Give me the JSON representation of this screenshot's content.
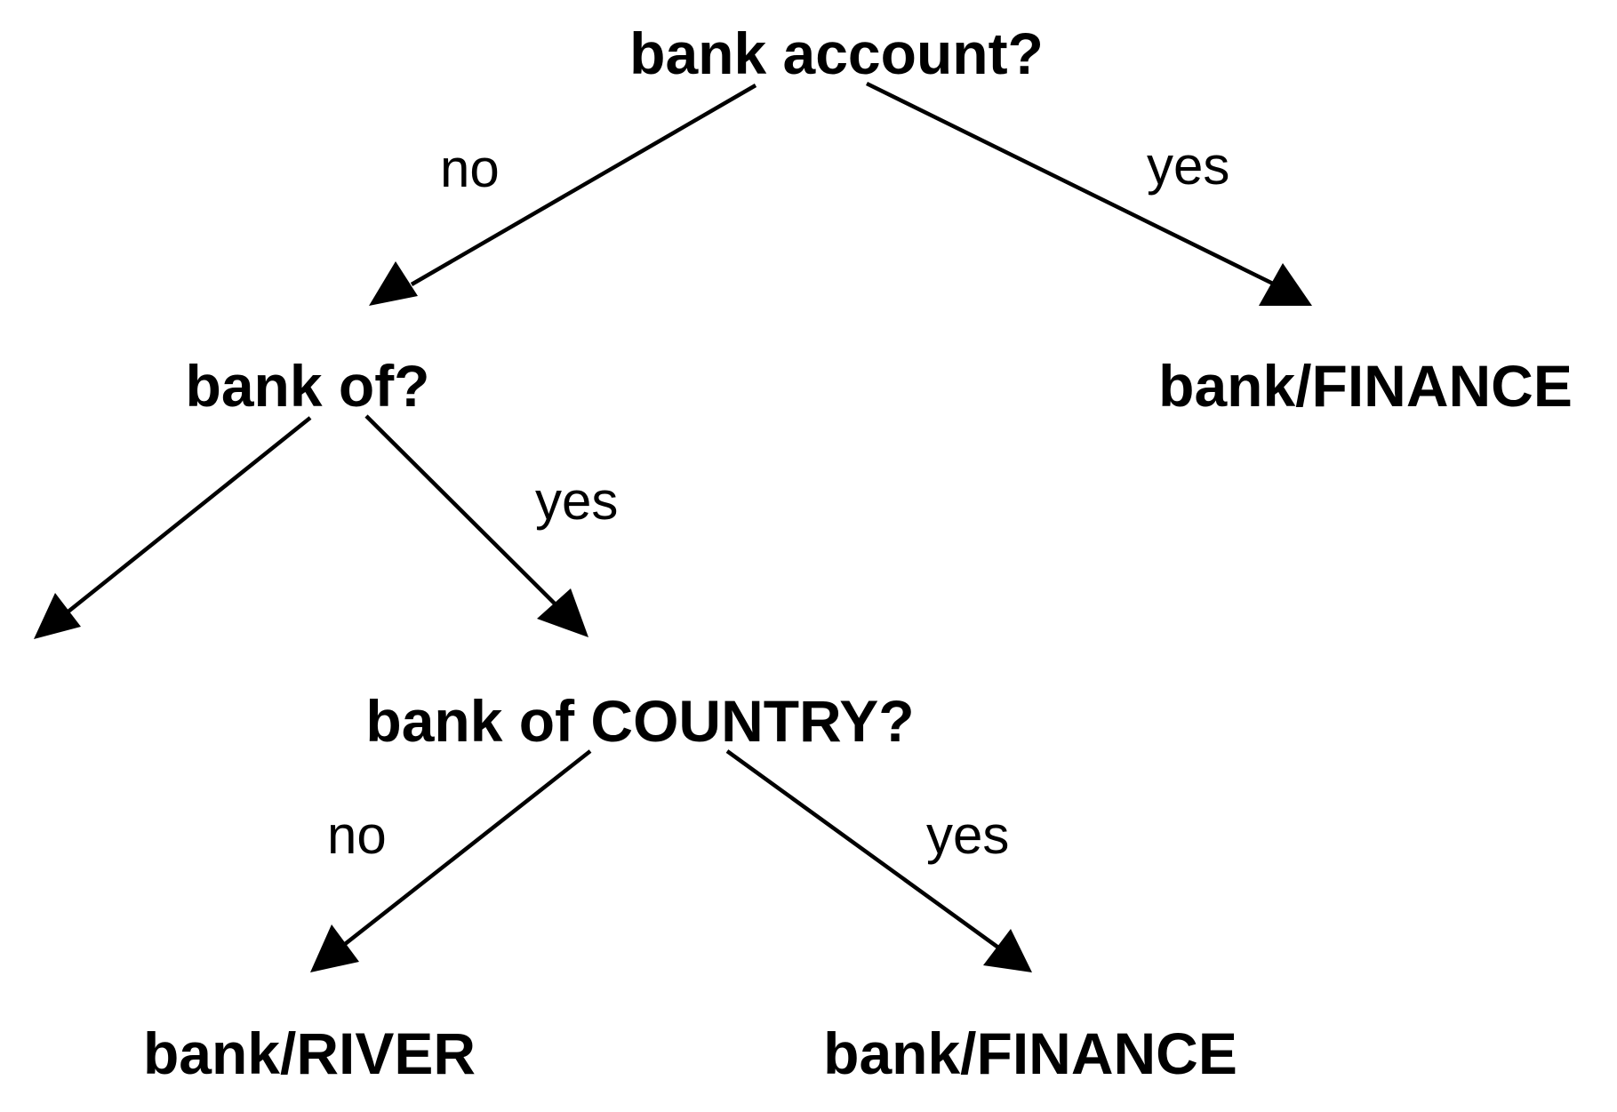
{
  "diagram": {
    "nodes": {
      "root": "bank account?",
      "bank_of": "bank of?",
      "finance_top": "bank/FINANCE",
      "bank_of_country": "bank of COUNTRY?",
      "river": "bank/RIVER",
      "finance_bottom": "bank/FINANCE"
    },
    "edges": {
      "root_to_bank_of": "no",
      "root_to_finance": "yes",
      "bank_of_to_empty": "",
      "bank_of_to_country": "yes",
      "country_to_river": "no",
      "country_to_finance": "yes"
    }
  }
}
